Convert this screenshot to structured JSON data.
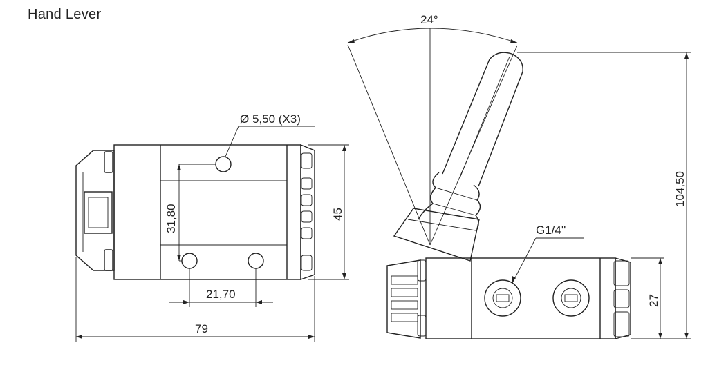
{
  "title": "Hand Lever",
  "dimensions": {
    "hole_dia": "Ø 5,50 (X3)",
    "hole_vertical": "31,80",
    "hole_horizontal": "21,70",
    "height_left": "45",
    "width_total": "79",
    "angle": "24°",
    "total_height": "104,50",
    "port": "G1/4''",
    "body_height": "27"
  }
}
